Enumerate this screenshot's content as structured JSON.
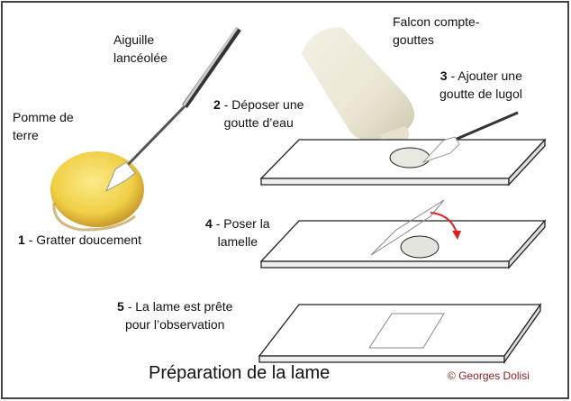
{
  "labels": {
    "needle": [
      "Aiguille",
      "lancéolée"
    ],
    "potato": [
      "Pomme de",
      "terre"
    ],
    "dropper": [
      "Falcon compte-",
      "gouttes"
    ]
  },
  "steps": [
    {
      "num": "1",
      "lines": [
        "- Gratter doucement"
      ]
    },
    {
      "num": "2",
      "lines": [
        "- Déposer une",
        "goutte d’eau"
      ]
    },
    {
      "num": "3",
      "lines": [
        "- Ajouter une",
        "goutte de lugol"
      ]
    },
    {
      "num": "4",
      "lines": [
        "- Poser la",
        "lamelle"
      ]
    },
    {
      "num": "5",
      "lines": [
        "- La lame est prête",
        "pour l’observation"
      ]
    }
  ],
  "title": "Préparation de la lame",
  "copyright": "© Georges Dolisi",
  "colors": {
    "arrow": "#e02020",
    "potato": "#f2d65a",
    "copyright": "#8b1c1c"
  }
}
